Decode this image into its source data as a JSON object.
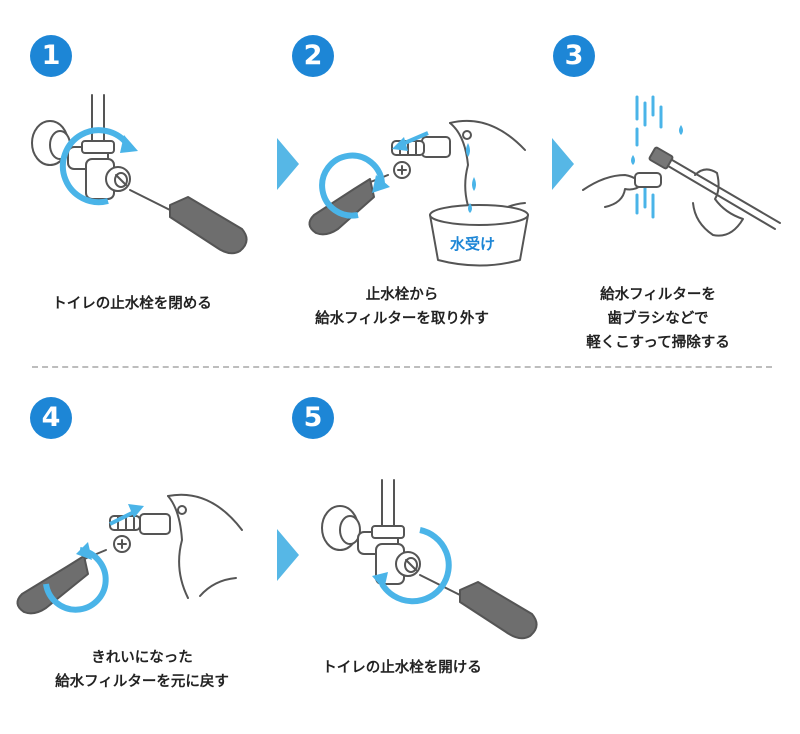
{
  "colors": {
    "badge": "#1d86d6",
    "accent": "#4ab4e8",
    "arrow": "#56b7e6",
    "line": "#555555",
    "handle": "#6e6e6e",
    "divider": "#bdbdbd"
  },
  "steps": [
    {
      "number": "1",
      "caption_lines": [
        "トイレの止水栓を閉める"
      ]
    },
    {
      "number": "2",
      "caption_lines": [
        "止水栓から",
        "給水フィルターを取り外す"
      ],
      "tub_label": "水受け"
    },
    {
      "number": "3",
      "caption_lines": [
        "給水フィルターを",
        "歯ブラシなどで",
        "軽くこすって掃除する"
      ]
    },
    {
      "number": "4",
      "caption_lines": [
        "きれいになった",
        "給水フィルターを元に戻す"
      ]
    },
    {
      "number": "5",
      "caption_lines": [
        "トイレの止水栓を開ける"
      ]
    }
  ]
}
